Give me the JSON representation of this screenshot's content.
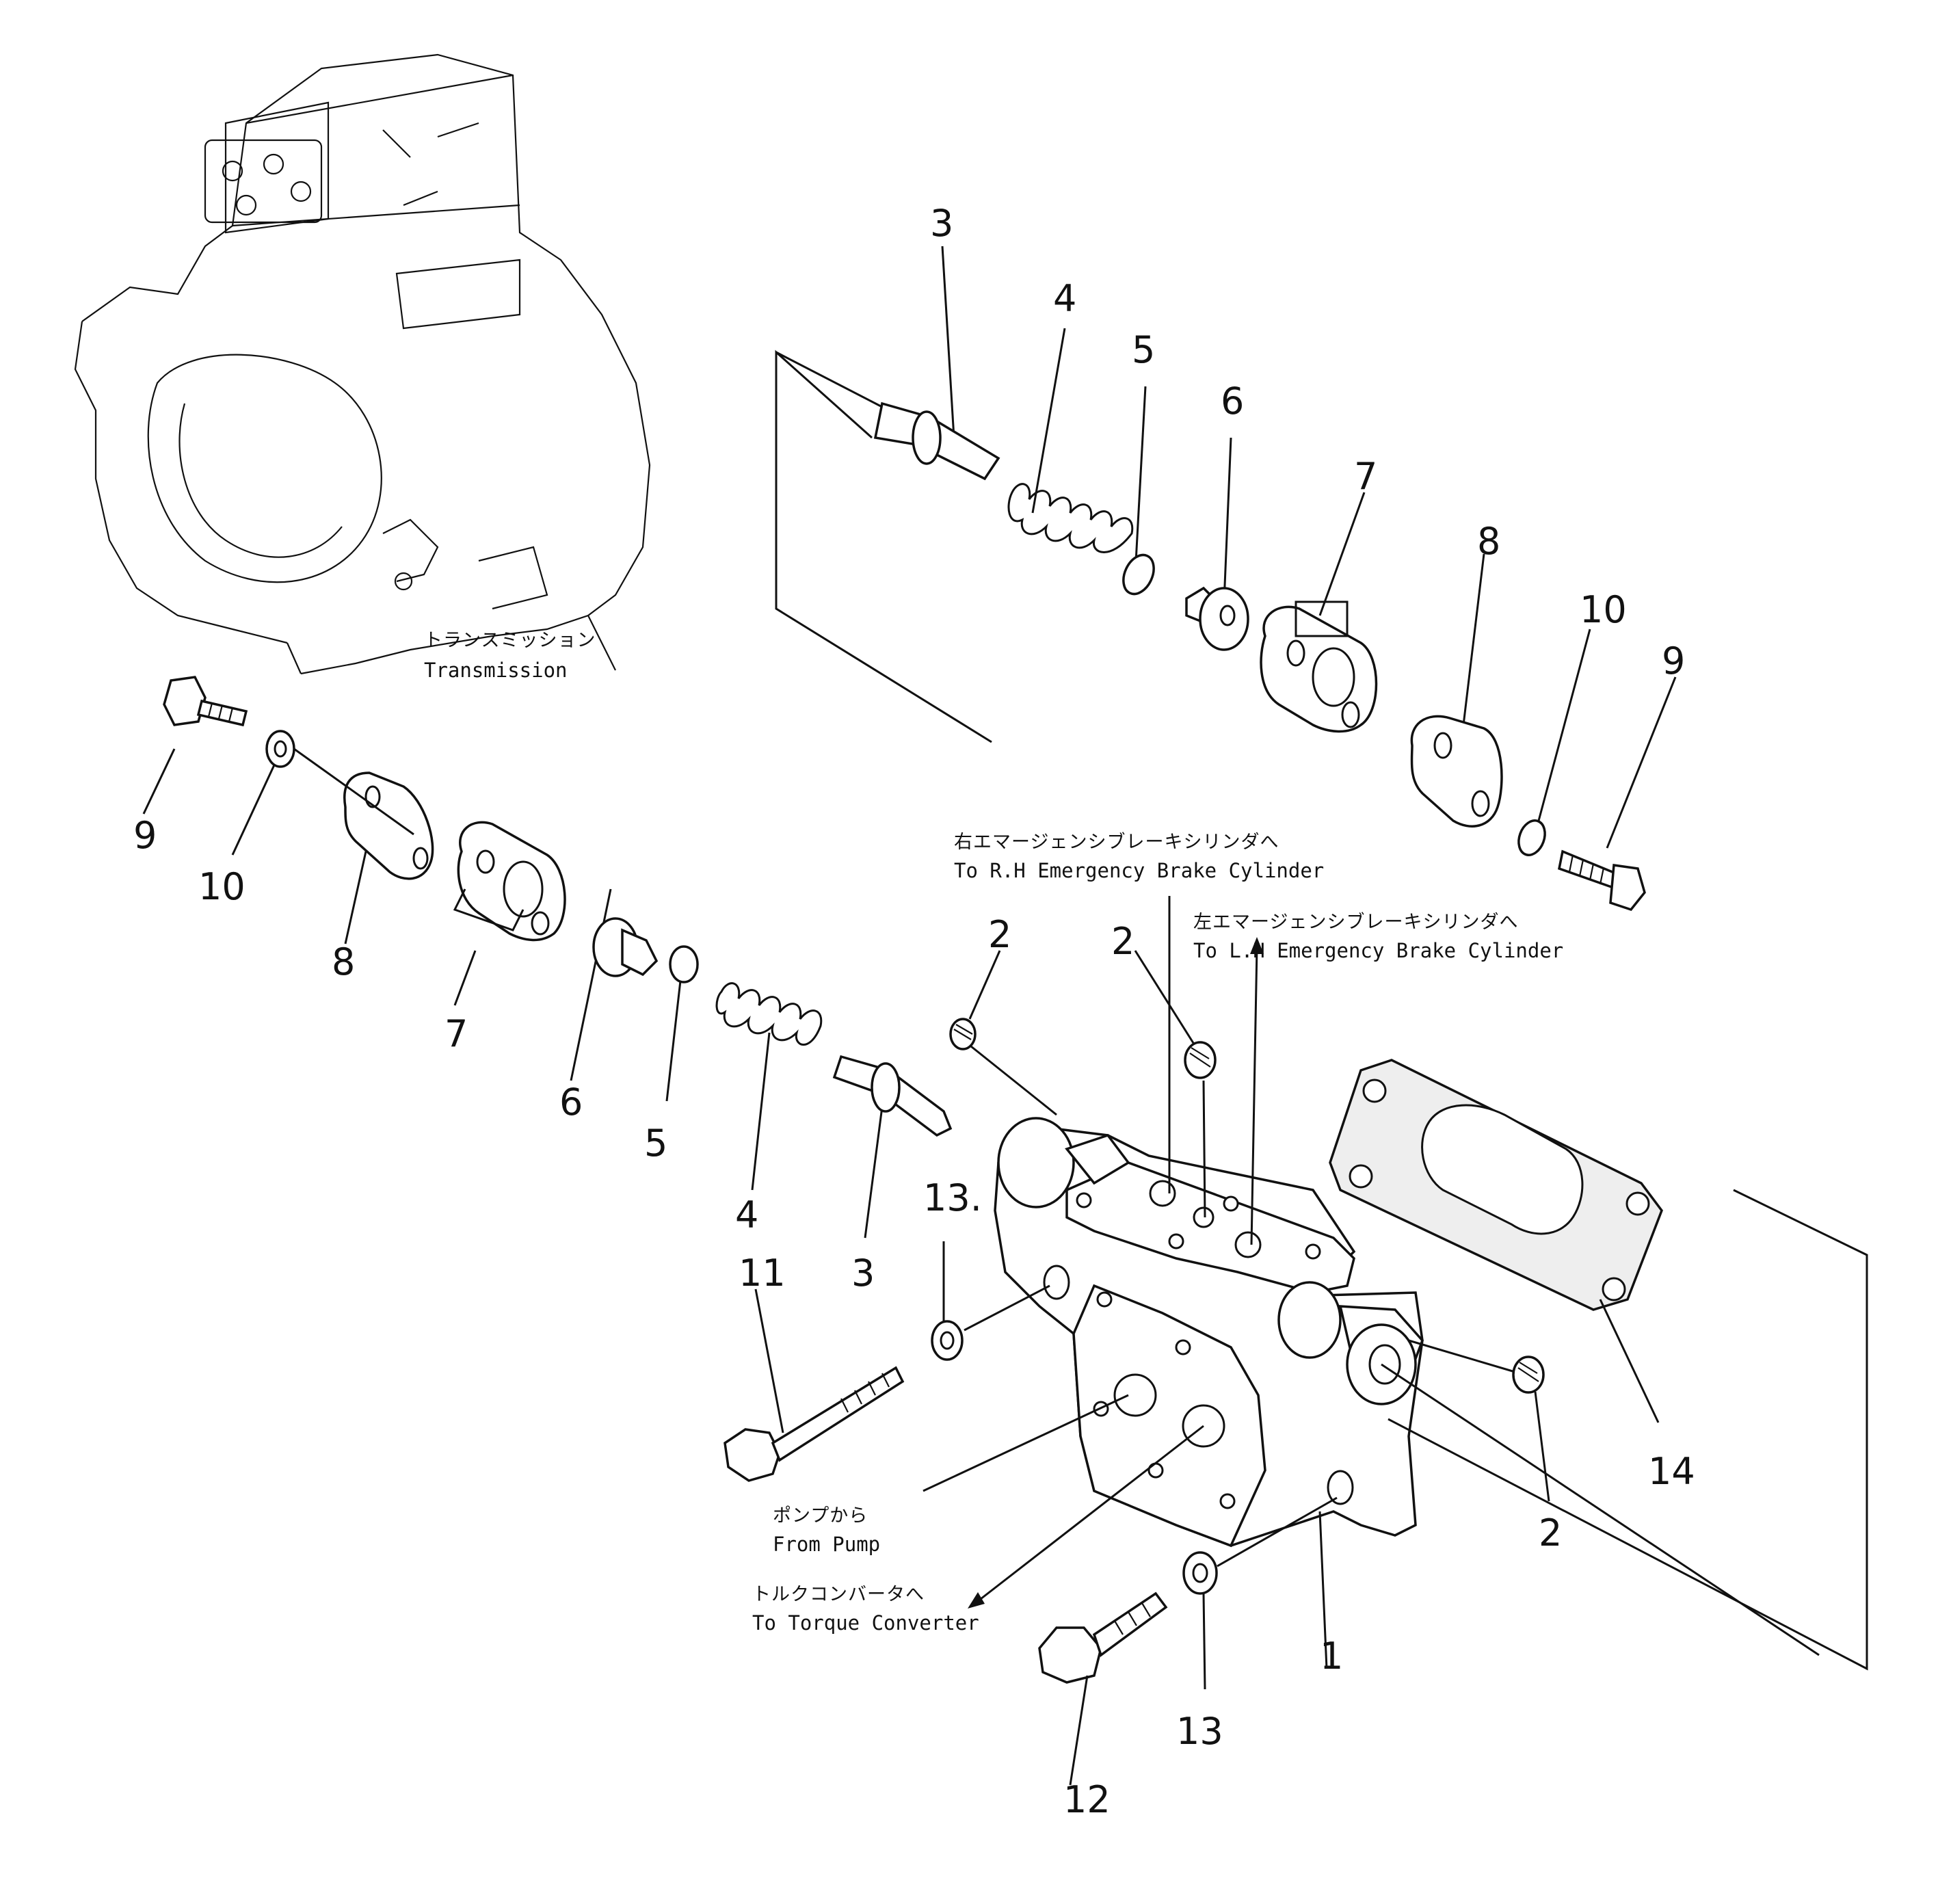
{
  "callouts": {
    "c3_top": "3",
    "c4_top": "4",
    "c5_top": "5",
    "c6_top": "6",
    "c7_top": "7",
    "c8_top": "8",
    "c10_top": "10",
    "c9_top": "9",
    "c9_left": "9",
    "c10_left": "10",
    "c8_left": "8",
    "c7_left": "7",
    "c6_left": "6",
    "c5_left": "5",
    "c4_left": "4",
    "c3_left": "3",
    "c2_a": "2",
    "c2_b": "2",
    "c2_c": "2",
    "c13_a": "13.",
    "c13_b": "13",
    "c11": "11",
    "c12": "12",
    "c1": "1",
    "c14": "14"
  },
  "notes": {
    "transmission_jp": "トランスミッション",
    "transmission_en": "Transmission",
    "rh_brake_jp": "右エマージェンシブレーキシリンダへ",
    "rh_brake_en": "To R.H Emergency Brake Cylinder",
    "lh_brake_jp": "左エマージェンシブレーキシリンダへ",
    "lh_brake_en": "To L.H Emergency Brake Cylinder",
    "pump_jp": "ポンプから",
    "pump_en": "From Pump",
    "torque_jp": "トルクコンバータへ",
    "torque_en": "To Torque Converter"
  }
}
